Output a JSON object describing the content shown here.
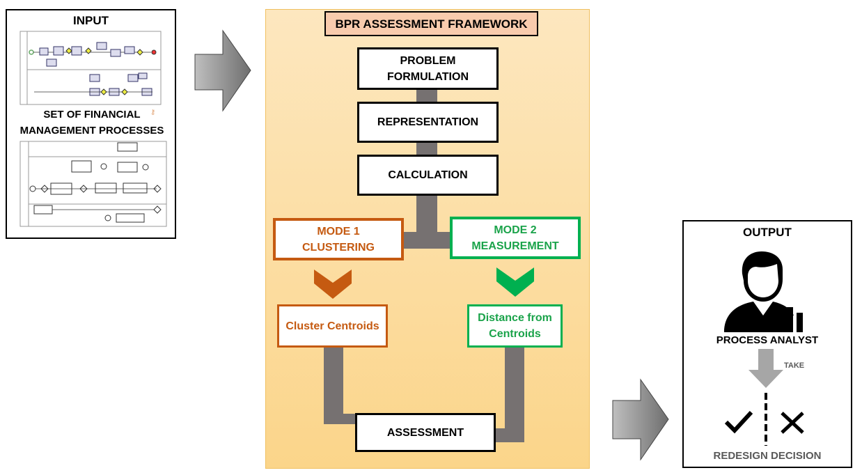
{
  "input": {
    "heading": "INPUT",
    "caption": "SET OF FINANCIAL MANAGEMENT PROCESSES"
  },
  "framework": {
    "title": "BPR ASSESSMENT FRAMEWORK",
    "problem_formulation": "PROBLEM FORMULATION",
    "representation": "REPRESENTATION",
    "calculation": "CALCULATION",
    "mode1_line1": "MODE 1",
    "mode1_line2": "CLUSTERING",
    "mode2_line1": "MODE 2",
    "mode2_line2": "MEASUREMENT",
    "cluster_centroids": "Cluster Centroids",
    "distance_line1": "Distance from",
    "distance_line2": "Centroids",
    "assessment": "ASSESSMENT"
  },
  "output": {
    "heading": "OUTPUT",
    "analyst": "PROCESS ANALYST",
    "take": "TAKE",
    "decision": "REDESIGN DECISION"
  },
  "colors": {
    "mode1": "#c55a11",
    "mode2": "#00b050",
    "connector": "#767171",
    "framework_bg": "#fbd58a",
    "title_bg": "#f8cbad"
  }
}
